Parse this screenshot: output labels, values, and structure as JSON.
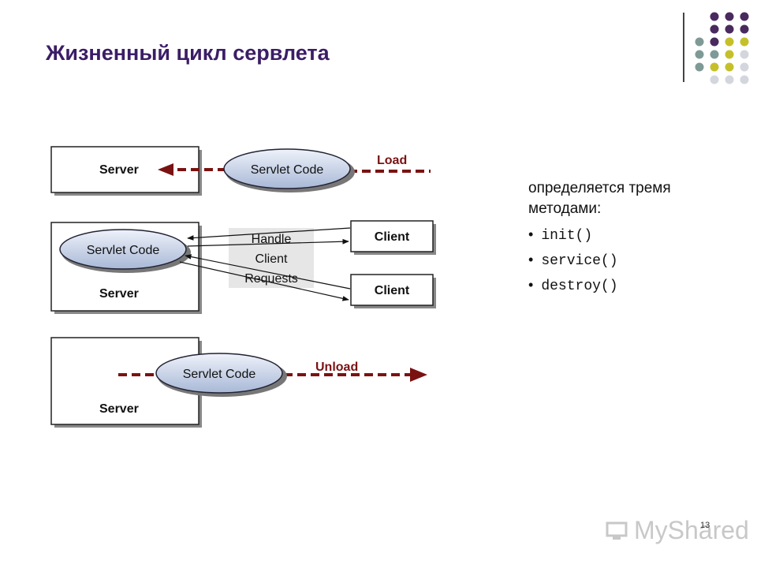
{
  "slide": {
    "title": "Жизненный цикл сервлета",
    "number": "13",
    "watermark": "MyShared"
  },
  "diagram": {
    "load_panel": {
      "server": "Server",
      "servlet": "Servlet Code",
      "arrow_label": "Load"
    },
    "handle_panel": {
      "servlet": "Servlet Code",
      "server": "Server",
      "handle_lines": [
        "Handle",
        "Client",
        "Requests"
      ],
      "client_top": "Client",
      "client_bottom": "Client"
    },
    "unload_panel": {
      "server": "Server",
      "servlet": "Servlet Code",
      "arrow_label": "Unload"
    }
  },
  "side_text": {
    "intro": "определяется тремя методами:",
    "methods": [
      "init()",
      "service()",
      "destroy()"
    ]
  },
  "colors": {
    "title": "#3b1d66",
    "dashed_arrow": "#7a1212",
    "ellipse_fill": "#c8d4e8",
    "dot_purple": "#4a2a5e",
    "dot_teal": "#7f9a96",
    "dot_olive": "#c5c02a",
    "dot_light": "#d4d6de"
  }
}
